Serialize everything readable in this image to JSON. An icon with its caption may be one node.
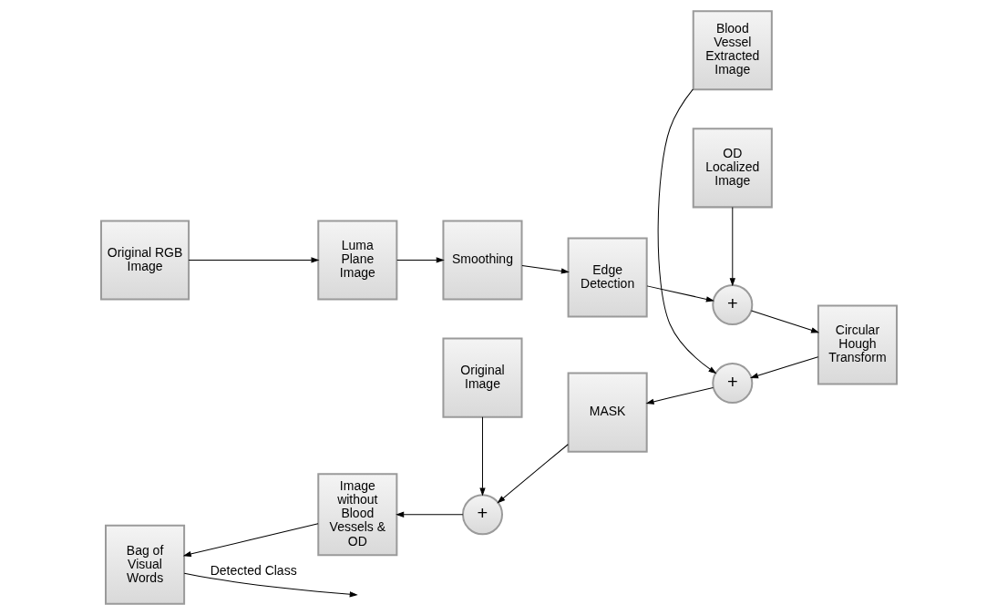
{
  "diagram": {
    "nodes": [
      {
        "text": [
          "Original RGB Image"
        ]
      },
      {
        "text": [
          "Luma Plane Image"
        ]
      },
      {
        "text": [
          "Smoothing"
        ]
      },
      {
        "text": [
          "Edge Detection"
        ]
      },
      {
        "text": [
          "+"
        ]
      },
      {
        "text": [
          "Circular Hough Transform"
        ]
      },
      {
        "text": [
          "OD Localized Image"
        ]
      },
      {
        "text": [
          "Original Image"
        ]
      },
      {
        "text": [
          "Blood Vessel Extracted Image"
        ]
      },
      {
        "text": [
          "Bag of Visual Words"
        ]
      },
      {
        "text": [
          "Image without Blood Vessels & OD"
        ]
      },
      {
        "text": [
          "+"
        ]
      },
      {
        "text": [
          "MASK"
        ]
      },
      {
        "text": [
          "+"
        ]
      }
    ],
    "edges": [
      {
        "from": 0,
        "to": 1,
        "arrow": "to"
      },
      {
        "from": 1,
        "to": 2,
        "arrow": "to"
      },
      {
        "from": 2,
        "to": 3,
        "arrow": "to"
      },
      {
        "from": 3,
        "to": 4,
        "arrow": "to"
      },
      {
        "from": 6,
        "to": 4,
        "arrow": "to"
      },
      {
        "from": 4,
        "to": 5,
        "arrow": "to"
      },
      {
        "from": 5,
        "to": 13,
        "arrow": "to"
      },
      {
        "from": 8,
        "to": 13,
        "arrow": "to"
      },
      {
        "from": 13,
        "to": 12,
        "arrow": "to"
      },
      {
        "from": 12,
        "to": 11,
        "arrow": "to"
      },
      {
        "from": 7,
        "to": 11,
        "arrow": "to"
      },
      {
        "from": 11,
        "to": 10,
        "arrow": "to"
      },
      {
        "from": 10,
        "to": 9,
        "arrow": "to"
      },
      {
        "from": 9,
        "to": null,
        "arrow": "to",
        "label": "Detected Class"
      }
    ]
  }
}
